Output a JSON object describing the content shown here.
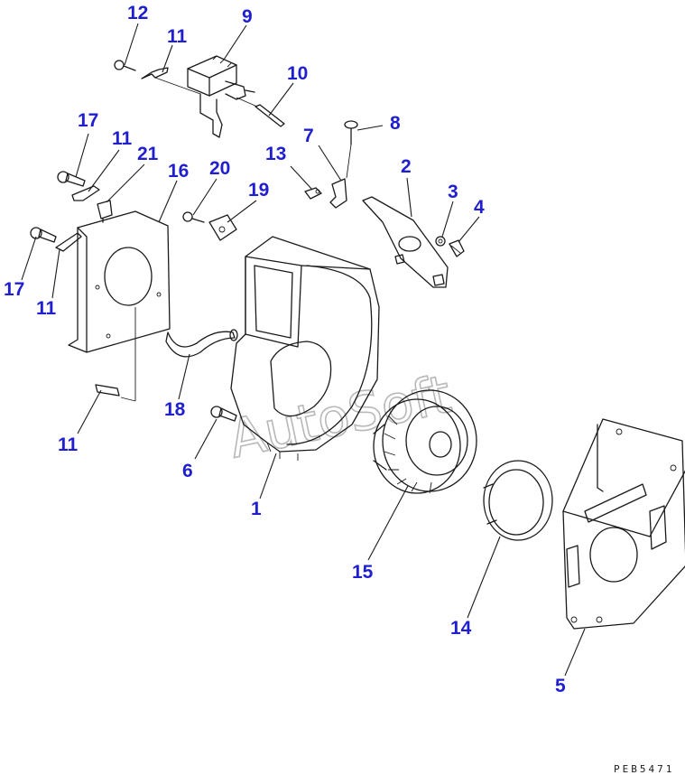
{
  "diagram": {
    "callouts": [
      "12",
      "11",
      "9",
      "10",
      "17",
      "11",
      "21",
      "16",
      "20",
      "19",
      "13",
      "7",
      "8",
      "2",
      "3",
      "4",
      "17",
      "11",
      "18",
      "6",
      "11",
      "1",
      "15",
      "14",
      "5"
    ],
    "watermark": "AutoSoft",
    "drawing_code": "PEB5471",
    "colors": {
      "callout": "#1f1fd0",
      "line": "#1a1a1a",
      "watermark": "#b8b8b8",
      "background": "#ffffff"
    }
  }
}
